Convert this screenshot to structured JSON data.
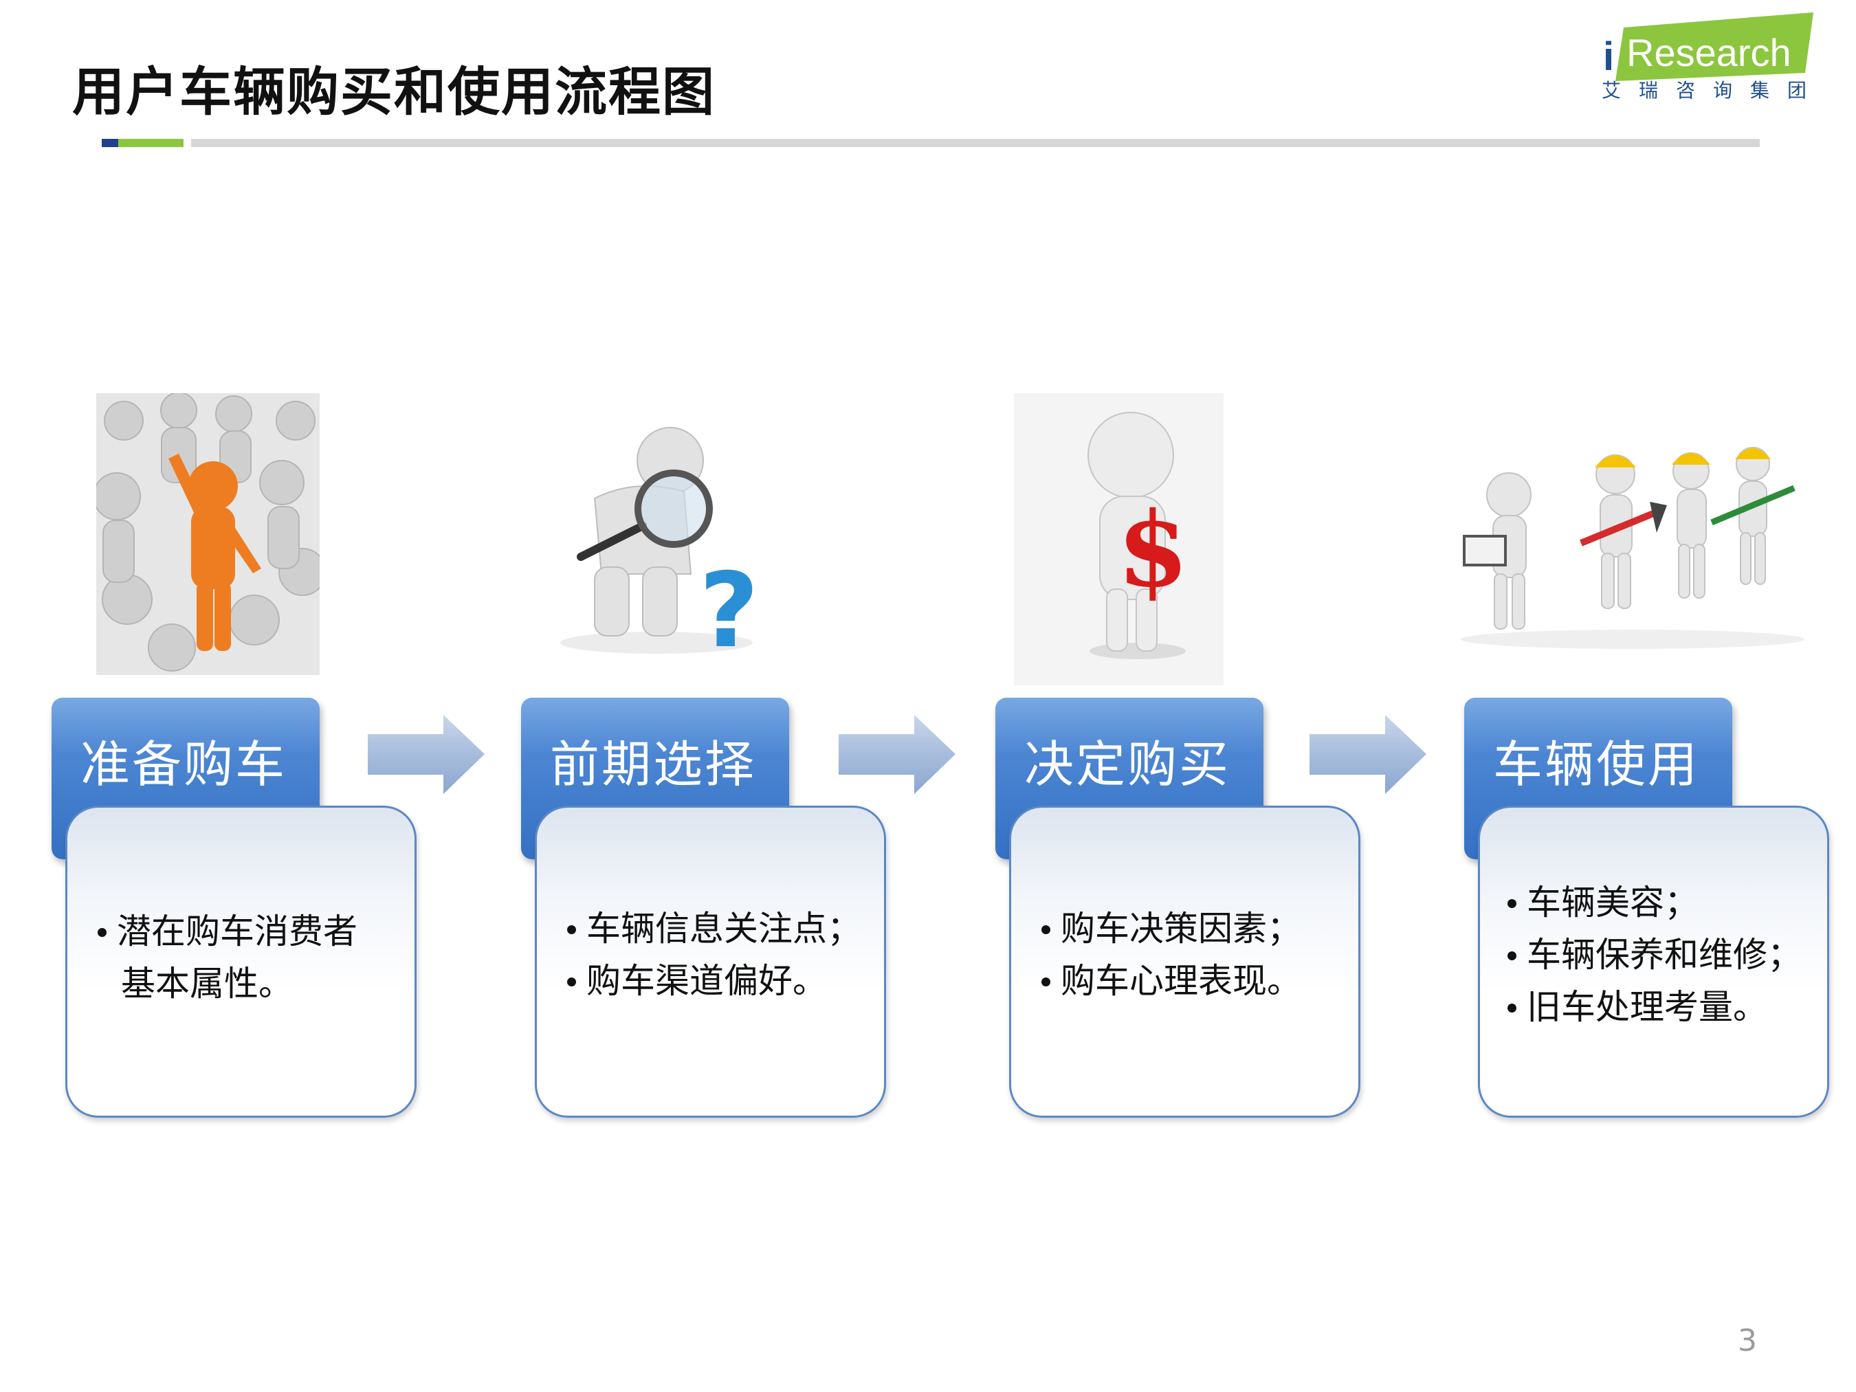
{
  "header": {
    "title": "用户车辆购买和使用流程图",
    "logo_text": "Research",
    "logo_i": "i",
    "logo_tagline": "艾瑞咨询集团"
  },
  "colors": {
    "header_blue": "#3470c4",
    "card_border": "#5b87c7",
    "logo_green": "#8cc63f",
    "logo_blue": "#1f4f8f"
  },
  "steps": [
    {
      "title": "准备购车",
      "items": [
        "潜在购车消费者",
        "基本属性。"
      ]
    },
    {
      "title": "前期选择",
      "items": [
        "车辆信息关注点；",
        "购车渠道偏好。"
      ]
    },
    {
      "title": "决定购买",
      "items": [
        "购车决策因素；",
        "购车心理表现。"
      ]
    },
    {
      "title": "车辆使用",
      "items": [
        "车辆美容；",
        "车辆保养和维修；",
        "旧车处理考量。"
      ]
    }
  ],
  "illustrations": [
    "crowd-figure-raising-hand",
    "figure-with-magnifier-question-mark",
    "figure-holding-dollar-sign",
    "figures-with-tools-and-laptop"
  ],
  "footer": {
    "page_number": "3"
  }
}
